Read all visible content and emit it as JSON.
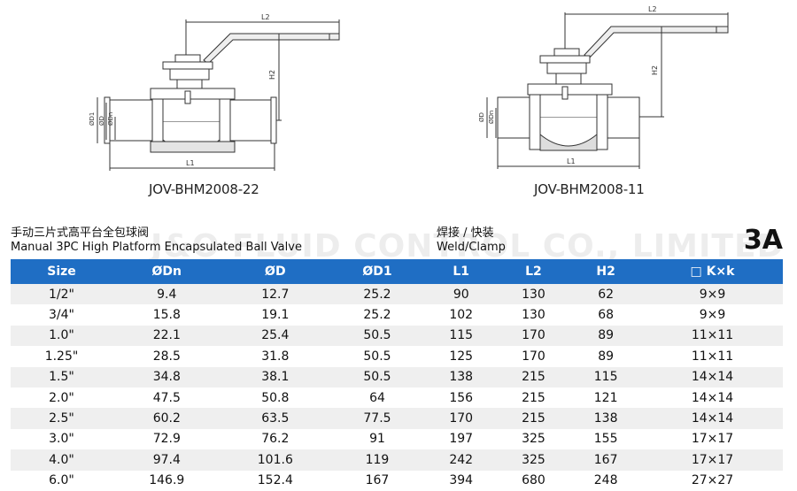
{
  "drawings": [
    {
      "model": "JOV-BHM2008-22",
      "type": "clamp",
      "dims": [
        "L2",
        "H2",
        "L1",
        "ØD1",
        "ØD",
        "ØDn"
      ]
    },
    {
      "model": "JOV-BHM2008-11",
      "type": "weld",
      "dims": [
        "L2",
        "H2",
        "L1",
        "ØD",
        "ØDn"
      ]
    }
  ],
  "product": {
    "title_cn": "手动三片式高平台全包球阀",
    "title_en": "Manual 3PC High Platform Encapsulated Ball Valve",
    "connection_cn": "焊接 / 快装",
    "connection_en": "Weld/Clamp",
    "grade": "3A"
  },
  "watermark": "J&O FLUID CONTROL CO., LIMITED",
  "table": {
    "headers": [
      "Size",
      "ØDn",
      "ØD",
      "ØD1",
      "L1",
      "L2",
      "H2",
      "□ K×k"
    ],
    "rows": [
      [
        "1/2\"",
        "9.4",
        "12.7",
        "25.2",
        "90",
        "130",
        "62",
        "9×9"
      ],
      [
        "3/4\"",
        "15.8",
        "19.1",
        "25.2",
        "102",
        "130",
        "68",
        "9×9"
      ],
      [
        "1.0\"",
        "22.1",
        "25.4",
        "50.5",
        "115",
        "170",
        "89",
        "11×11"
      ],
      [
        "1.25\"",
        "28.5",
        "31.8",
        "50.5",
        "125",
        "170",
        "89",
        "11×11"
      ],
      [
        "1.5\"",
        "34.8",
        "38.1",
        "50.5",
        "138",
        "215",
        "115",
        "14×14"
      ],
      [
        "2.0\"",
        "47.5",
        "50.8",
        "64",
        "156",
        "215",
        "121",
        "14×14"
      ],
      [
        "2.5\"",
        "60.2",
        "63.5",
        "77.5",
        "170",
        "215",
        "138",
        "14×14"
      ],
      [
        "3.0\"",
        "72.9",
        "76.2",
        "91",
        "197",
        "325",
        "155",
        "17×17"
      ],
      [
        "4.0\"",
        "97.4",
        "101.6",
        "119",
        "242",
        "325",
        "167",
        "17×17"
      ],
      [
        "6.0\"",
        "146.9",
        "152.4",
        "167",
        "394",
        "680",
        "248",
        "27×27"
      ]
    ]
  },
  "colors": {
    "header_bg": "#1f6ec4",
    "header_text": "#ffffff",
    "row_alt": "#efefef"
  }
}
